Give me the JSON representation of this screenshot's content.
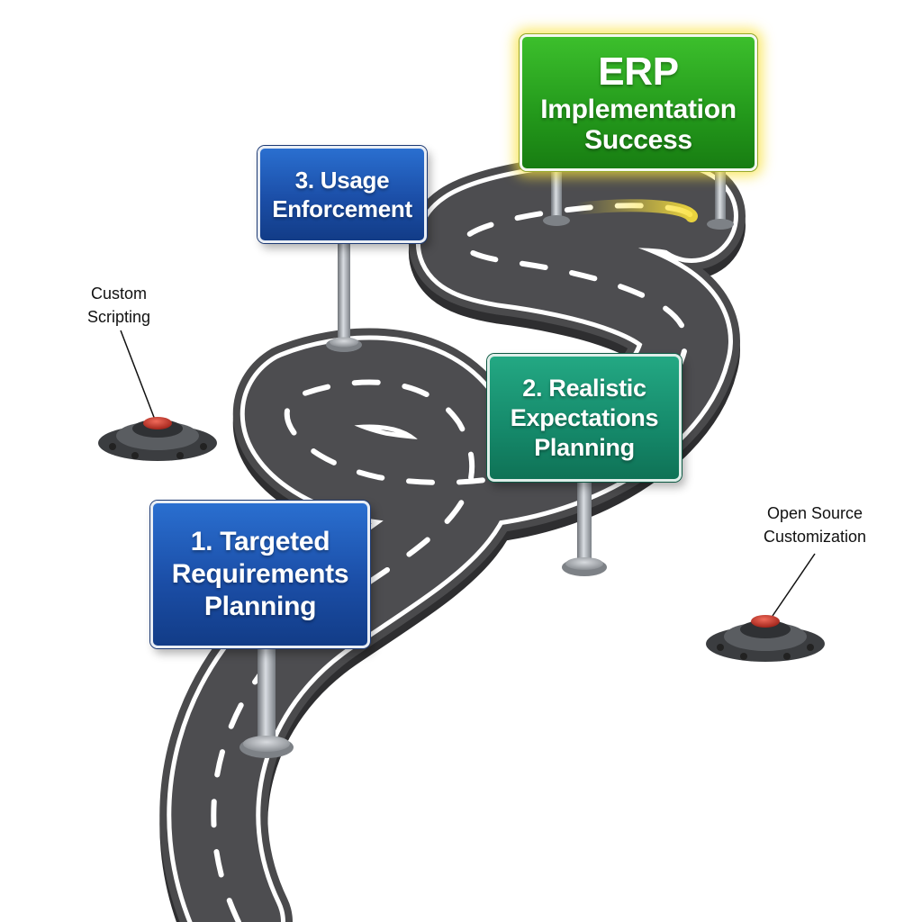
{
  "roadmap": {
    "goal": {
      "title": "ERP",
      "subtitle": [
        "Implementation",
        "Success"
      ]
    },
    "milestones": [
      {
        "lines": [
          "1. Targeted",
          "Requirements",
          "Planning"
        ]
      },
      {
        "lines": [
          "2. Realistic",
          "Expectations",
          "Planning"
        ]
      },
      {
        "lines": [
          "3. Usage",
          "Enforcement"
        ]
      }
    ],
    "hazards": [
      {
        "lines": [
          "Custom",
          "Scripting"
        ]
      },
      {
        "lines": [
          "Open Source",
          "Customization"
        ]
      }
    ]
  },
  "colors": {
    "road": "#4a4a4c",
    "road_edge_line": "#ffffff",
    "sign_blue": "#1b4ea7",
    "sign_teal": "#15896a",
    "sign_green": "#23981b",
    "goal_glow": "#fae13c",
    "hazard_button": "#c0392b"
  }
}
